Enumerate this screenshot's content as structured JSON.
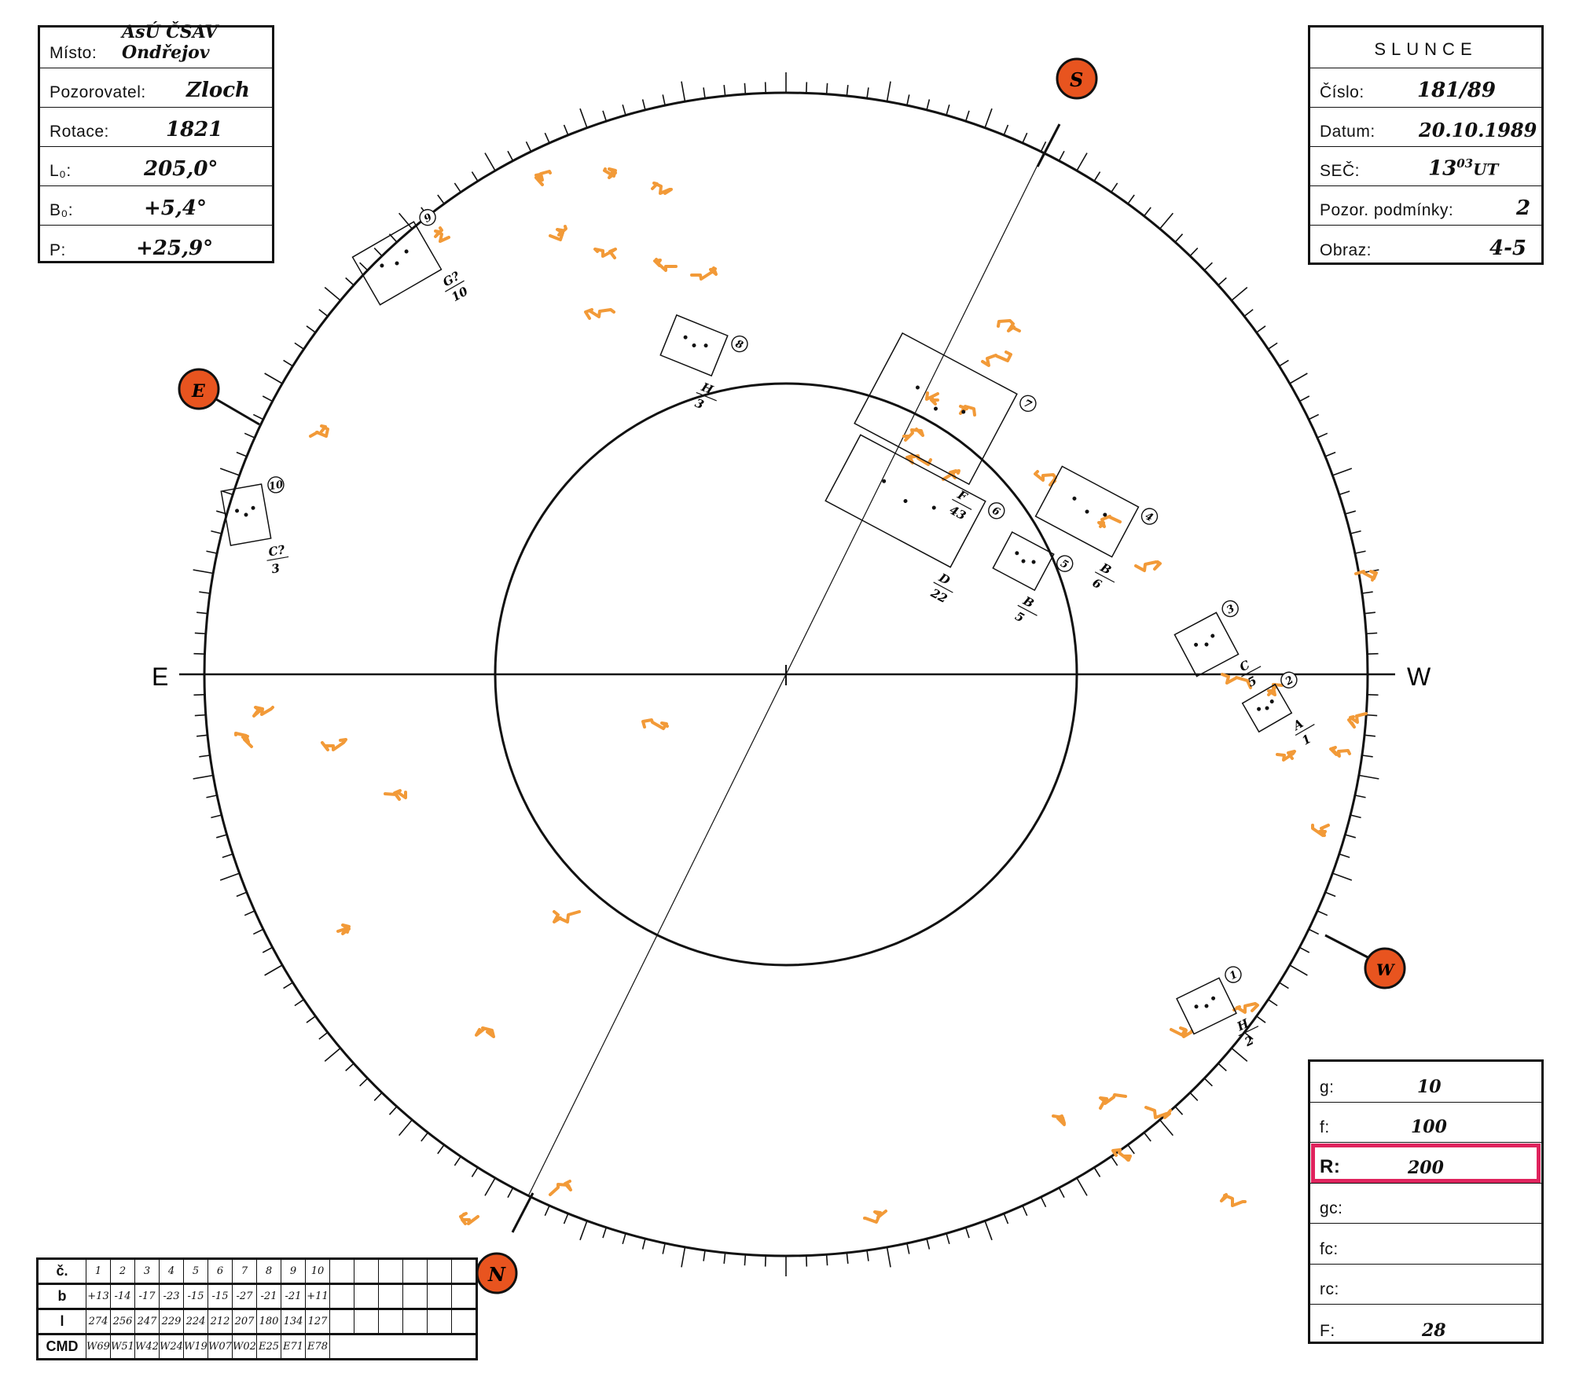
{
  "observation": {
    "misto_label": "Místo:",
    "misto_value": "AsÚ ČSAV Ondřejov",
    "pozorovatel_label": "Pozorovatel:",
    "pozorovatel_value": "Zloch",
    "rotace_label": "Rotace:",
    "rotace_value": "1821",
    "l0_label": "L₀:",
    "l0_value": "205,0°",
    "b0_label": "B₀:",
    "b0_value": "+5,4°",
    "p_label": "P:",
    "p_value": "+25,9°"
  },
  "header_right": {
    "title": "SLUNCE",
    "cislo_label": "Číslo:",
    "cislo_value": "181/89",
    "datum_label": "Datum:",
    "datum_value": "20.10.1989",
    "sec_label": "SEČ:",
    "sec_value_main": "13",
    "sec_value_sup": "03",
    "sec_value_suffix": "UT",
    "podminky_label": "Pozor. podmínky:",
    "podminky_value": "2",
    "obraz_label": "Obraz:",
    "obraz_value": "4-5"
  },
  "counts": {
    "g_label": "g:",
    "g_value": "10",
    "f_label": "f:",
    "f_value": "100",
    "r_label": "R:",
    "r_value": "200",
    "gc_label": "gc:",
    "gc_value": "",
    "fc_label": "fc:",
    "fc_value": "",
    "rc_label": "rc:",
    "rc_value": "",
    "F_label": "F:",
    "F_value": "28"
  },
  "directions": {
    "east": "E",
    "west": "W",
    "marker_s": "S",
    "marker_e": "E",
    "marker_w": "W",
    "marker_n": "N"
  },
  "groups": [
    {
      "num": "1",
      "cls": "H",
      "count": "2"
    },
    {
      "num": "2",
      "cls": "A",
      "count": "1"
    },
    {
      "num": "3",
      "cls": "C",
      "count": "5"
    },
    {
      "num": "4",
      "cls": "B",
      "count": "6"
    },
    {
      "num": "5",
      "cls": "B",
      "count": "5"
    },
    {
      "num": "6",
      "cls": "D",
      "count": "22"
    },
    {
      "num": "7",
      "cls": "F",
      "count": "43"
    },
    {
      "num": "8",
      "cls": "H",
      "count": "3"
    },
    {
      "num": "9",
      "cls": "G?",
      "count": "10"
    },
    {
      "num": "10",
      "cls": "C?",
      "count": "3"
    }
  ],
  "table": {
    "row_labels": [
      "č.",
      "b",
      "l",
      "CMD"
    ],
    "numbers": [
      "1",
      "2",
      "3",
      "4",
      "5",
      "6",
      "7",
      "8",
      "9",
      "10"
    ],
    "b": [
      "+13",
      "-14",
      "-17",
      "-23",
      "-15",
      "-15",
      "-27",
      "-21",
      "-21",
      "+11"
    ],
    "l": [
      "274",
      "256",
      "247",
      "229",
      "224",
      "212",
      "207",
      "180",
      "134",
      "127"
    ],
    "cmd": [
      "W69",
      "W51",
      "W42",
      "W24",
      "W19",
      "W07",
      "W02",
      "E25",
      "E71",
      "E78"
    ]
  },
  "colors": {
    "ink": "#111111",
    "orange": "#f29a38",
    "marker_fill": "#e8541f",
    "highlight": "#e0245e"
  }
}
